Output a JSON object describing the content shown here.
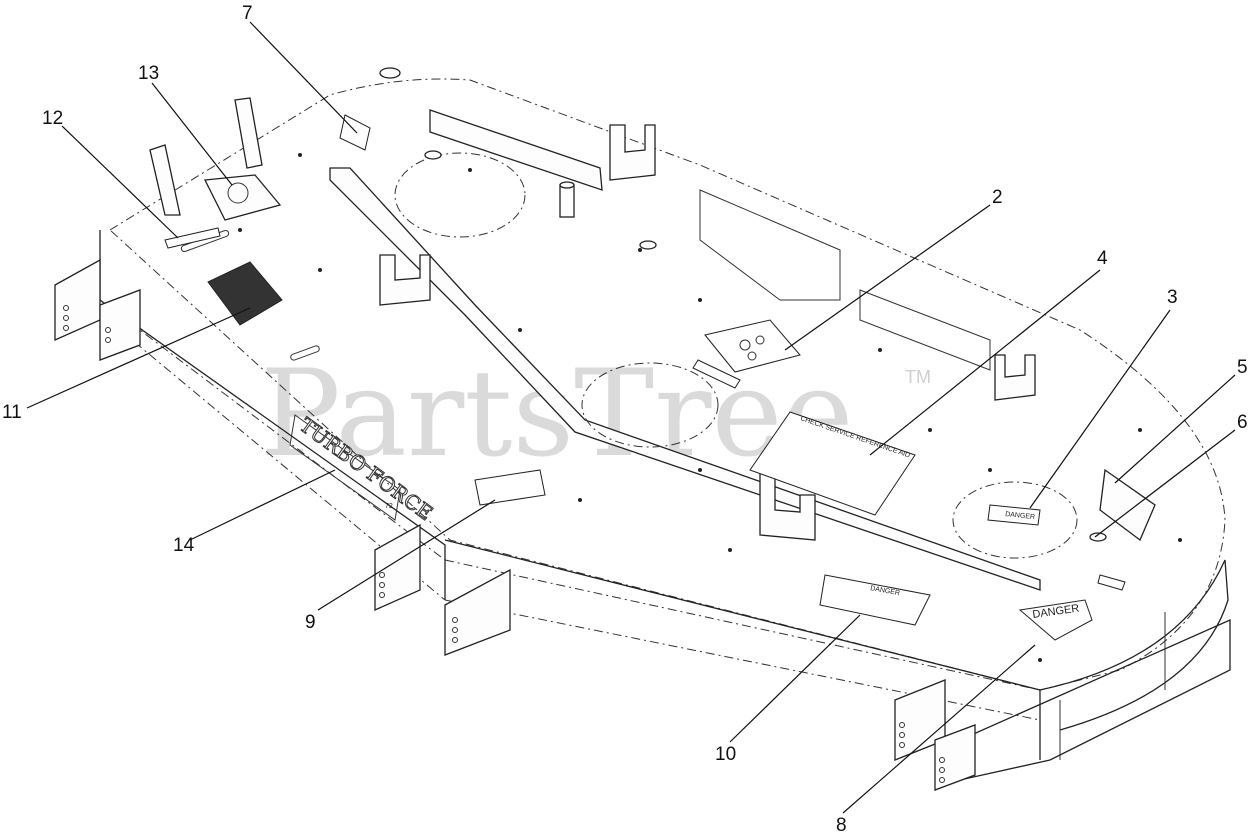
{
  "watermark": {
    "text": "PartsTree",
    "tm": "TM"
  },
  "callouts": {
    "c1": "2",
    "c2": "3",
    "c3": "4",
    "c4": "5",
    "c5": "6",
    "c6": "7",
    "c7": "8",
    "c8": "9",
    "c9": "10",
    "c10": "11",
    "c11": "12",
    "c12": "13",
    "c13": "14"
  },
  "decals": {
    "check_service": "CHECK SERVICE REFERENCE AID",
    "danger_diamond": "DANGER",
    "danger_large": "DANGER",
    "danger_small": "DANGER",
    "turbo_force": "TURBO FORCE",
    "turbo_model": "72"
  }
}
